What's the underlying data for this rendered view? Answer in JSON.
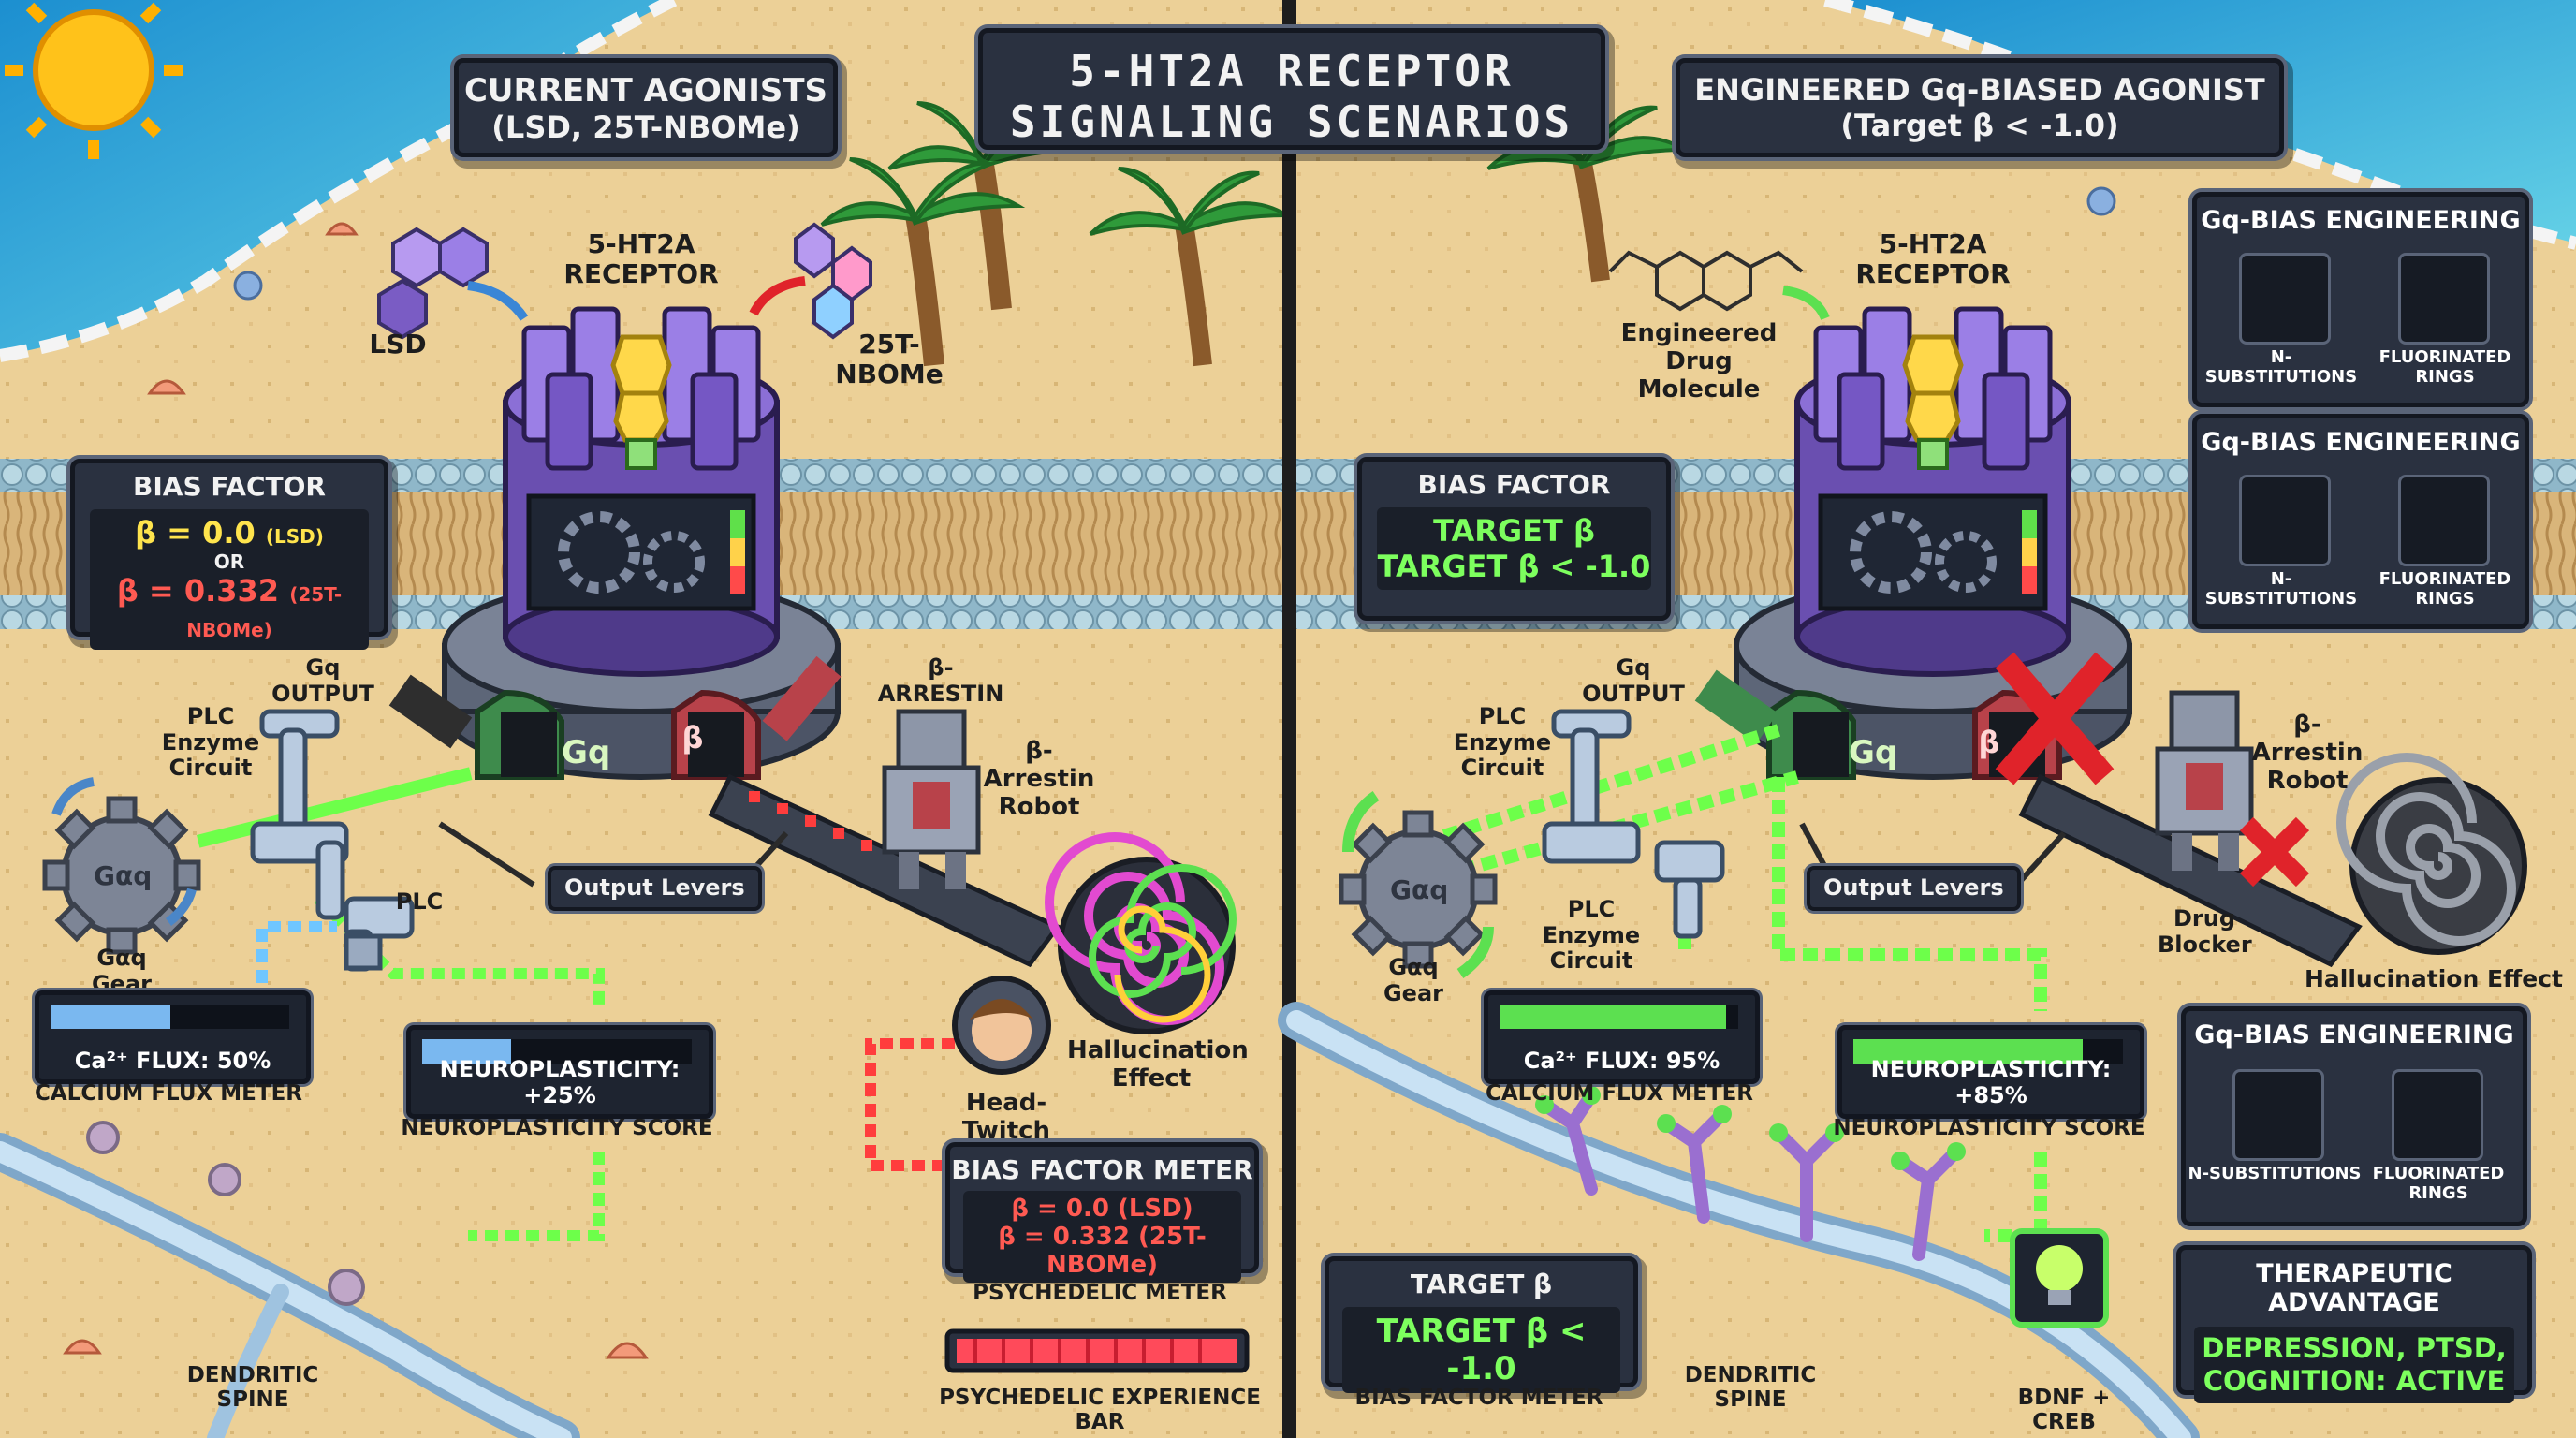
{
  "title": {
    "line1": "5-HT2A RECEPTOR",
    "line2": "SIGNALING SCENARIOS"
  },
  "left": {
    "header": {
      "line1": "CURRENT AGONISTS",
      "line2": "(LSD, 25T-NBOMe)"
    },
    "receptor_label": {
      "line1": "5-HT2A",
      "line2": "RECEPTOR"
    },
    "lsd_label": "LSD",
    "nbome_label": "25T-NBOMe",
    "bias_factor": {
      "title": "BIAS FACTOR",
      "line1": "β = 0.0",
      "line1_note": "(LSD)",
      "or": "OR",
      "line2": "β = 0.332",
      "line2_note": "(25T-NBOMe)"
    },
    "gq_output": "Gq OUTPUT",
    "beta_arrestin": "β-ARRESTIN",
    "plc_enzyme": {
      "line1": "PLC",
      "line2": "Enzyme",
      "line3": "Circuit"
    },
    "beta_robot": {
      "line1": "β-Arrestin",
      "line2": "Robot"
    },
    "output_levers": "Output Levers",
    "plc": "PLC",
    "gear": "Gαq Gear",
    "gear_face": "Gαq",
    "lever_gq": "Gq",
    "lever_beta": "β",
    "calcium": {
      "text": "Ca²⁺ FLUX: 50%",
      "caption": "CALCIUM FLUX METER",
      "level": 0.5
    },
    "neuro": {
      "text": "NEUROPLASTICITY: +25%",
      "caption": "NEUROPLASTICITY SCORE",
      "level": 0.33
    },
    "hallucination": {
      "line1": "Hallucination",
      "line2": "Effect"
    },
    "head_twitch": "Head-Twitch",
    "bias_meter": {
      "title": "BIAS FACTOR METER",
      "line1": "β = 0.0 (LSD)",
      "line2": "β = 0.332 (25T-NBOMe)",
      "caption": "PSYCHEDELIC METER"
    },
    "experience_bar": {
      "caption": "PSYCHEDELIC EXPERIENCE BAR",
      "level": 1.0
    },
    "dendritic": {
      "line1": "DENDRITIC",
      "line2": "SPINE"
    }
  },
  "right": {
    "header": {
      "line1": "ENGINEERED Gq-BIASED AGONIST",
      "line2": "(Target β < -1.0)"
    },
    "receptor_label": {
      "line1": "5-HT2A",
      "line2": "RECEPTOR"
    },
    "drug_label": {
      "line1": "Engineered",
      "line2": "Drug Molecule"
    },
    "bias_factor": {
      "title": "BIAS FACTOR",
      "line1": "TARGET β",
      "line2": "TARGET β < -1.0"
    },
    "gq_output": "Gq OUTPUT",
    "plc_enzyme": {
      "line1": "PLC",
      "line2": "Enzyme",
      "line3": "Circuit"
    },
    "plc_enzyme2": {
      "line1": "PLC",
      "line2": "Enzyme",
      "line3": "Circuit"
    },
    "beta_robot": {
      "line1": "β-Arrestin",
      "line2": "Robot"
    },
    "output_levers": "Output Levers",
    "drug_blocker": {
      "line1": "Drug",
      "line2": "Blocker"
    },
    "gear": "Gαq Gear",
    "gear_face": "Gαq",
    "lever_gq": "Gq",
    "lever_beta": "β",
    "hallucination": "Hallucination Effect",
    "calcium": {
      "text": "Ca²⁺ FLUX: 95%",
      "caption": "CALCIUM FLUX METER",
      "level": 0.95
    },
    "neuro": {
      "text": "NEUROPLASTICITY: +85%",
      "caption": "NEUROPLASTICITY SCORE",
      "level": 0.85
    },
    "target_beta": {
      "title": "TARGET β",
      "value": "TARGET β < -1.0",
      "caption": "BIAS FACTOR METER"
    },
    "dendritic": {
      "line1": "DENDRITIC",
      "line2": "SPINE"
    },
    "bdnf": "BDNF + CREB",
    "engineering_cards": [
      {
        "title": "Gq-BIAS ENGINEERING",
        "left_caption": "N-SUBSTITUTIONS",
        "right_caption_1": "FLUORINATED",
        "right_caption_2": "RINGS"
      },
      {
        "title": "Gq-BIAS ENGINEERING",
        "left_caption": "N-SUBSTITUTIONS",
        "right_caption_1": "FLUORINATED",
        "right_caption_2": "RINGS"
      },
      {
        "title": "Gq-BIAS ENGINEERING",
        "left_caption": "N-SUBSTITUTIONS",
        "right_caption_1": "FLUORINATED",
        "right_caption_2": "RINGS"
      }
    ],
    "therapeutic": {
      "title": "THERAPEUTIC ADVANTAGE",
      "line1": "DEPRESSION, PTSD,",
      "line2": "COGNITION: ACTIVE"
    }
  },
  "colors": {
    "sand": "#e9c98a",
    "ocean": "#2fa7d6",
    "panel": "#2a3140",
    "green_signal": "#6dff4a",
    "red_signal": "#ff3d3d",
    "purple_receptor": "#7a5cc4"
  }
}
